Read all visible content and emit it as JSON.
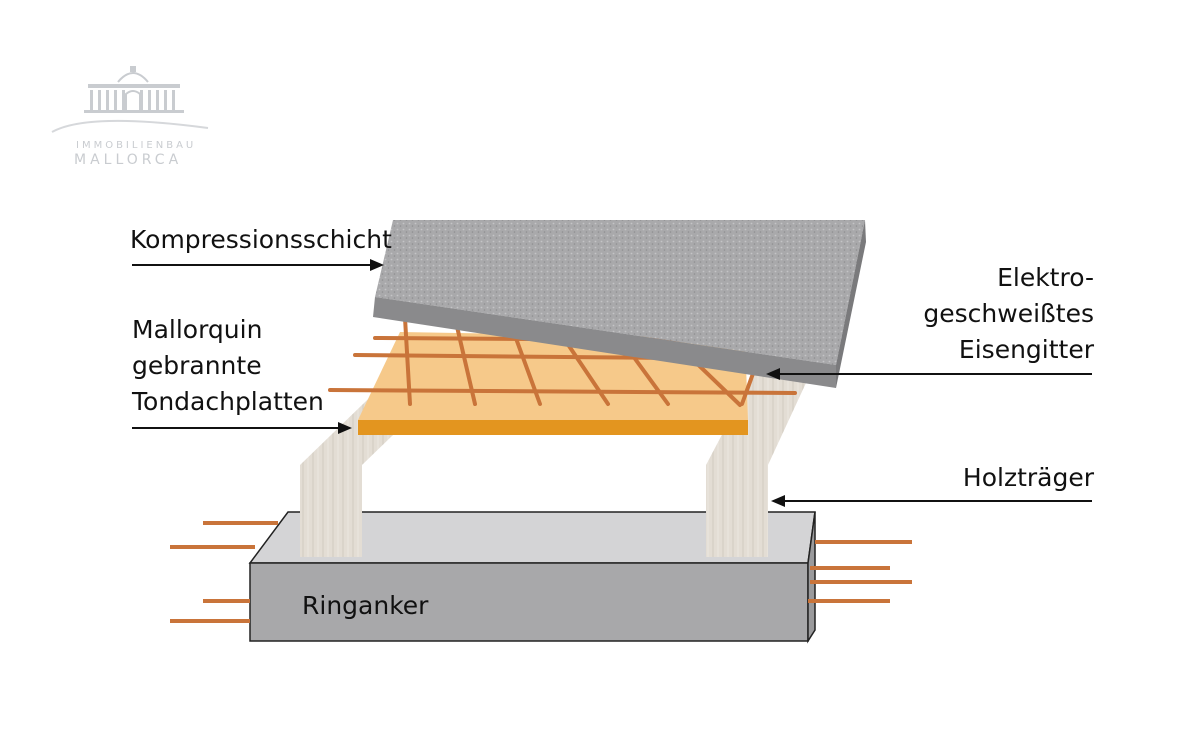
{
  "logo": {
    "line1": "IMMOBILIENBAU",
    "line2": "MALLORCA"
  },
  "labels": {
    "compression_layer": "Kompressionsschicht",
    "clay_tiles": [
      "Mallorquin",
      "gebrannte",
      "Tondachplatten"
    ],
    "steel_mesh": [
      "Elektro-",
      "geschweißtes",
      "Eisengitter"
    ],
    "wood_beam": "Holzträger",
    "ring_beam": "Ringanker"
  },
  "colors": {
    "concrete_top": "#a9a9ab",
    "concrete_side": "#8a8a8c",
    "clay_tile": "#f6c98a",
    "clay_edge": "#e3951f",
    "rebar": "#c9743a",
    "wood": "#e3ddd4",
    "ring_top": "#d4d4d6",
    "ring_front": "#a8a8aa",
    "arrow": "#111111"
  }
}
